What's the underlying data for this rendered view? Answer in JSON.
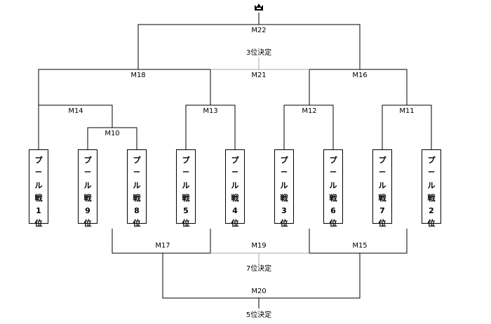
{
  "matches": {
    "m22": "M22",
    "m21": "M21",
    "m18": "M18",
    "m16": "M16",
    "m14": "M14",
    "m13": "M13",
    "m12": "M12",
    "m11": "M11",
    "m10": "M10",
    "m17": "M17",
    "m19": "M19",
    "m15": "M15",
    "m20": "M20"
  },
  "places": {
    "third": "3位決定",
    "seventh": "7位決定",
    "fifth": "5位決定"
  },
  "trophy_icon": "crown-icon",
  "pool_label": {
    "c1": "プ",
    "c2": "ー",
    "c3": "ル",
    "c4": "戦",
    "suffix": "位"
  },
  "teams": [
    "1",
    "9",
    "8",
    "5",
    "4",
    "3",
    "6",
    "7",
    "2"
  ]
}
